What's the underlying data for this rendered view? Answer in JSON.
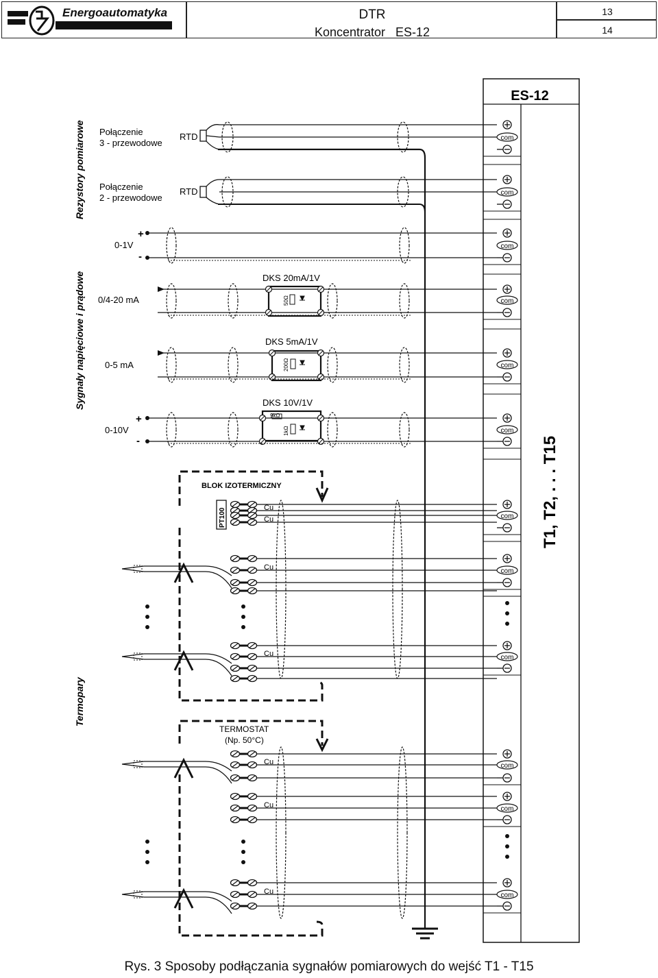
{
  "header": {
    "company": "Energoautomatyka",
    "doc_type": "DTR",
    "doc_title": "Koncentrator   ES-12",
    "page_current": "13",
    "page_total": "14"
  },
  "sections": {
    "rtd": "Rezystory pomiarowe",
    "signals": "Sygnały napięciowe i prądowe",
    "thermocouples": "Termopary"
  },
  "rtd": {
    "conn3_line1": "Połączenie",
    "conn3_line2": "3 - przewodowe",
    "conn2_line1": "Połączenie",
    "conn2_line2": "2 - przewodowe",
    "label": "RTD"
  },
  "signals": {
    "v1": "0-1V",
    "ma20": "0/4-20 mA",
    "ma5": "0-5 mA",
    "v10": "0-10V",
    "plus": "+",
    "minus": "-"
  },
  "dks": {
    "dks20": "DKS 20mA/1V",
    "dks5": "DKS 5mA/1V",
    "dks10": "DKS 10V/1V",
    "r50": "50Ω",
    "r200": "200Ω",
    "r9k": "9kΩ",
    "r1k": "1kΩ"
  },
  "thermo": {
    "iso_block": "BLOK IZOTERMICZNY",
    "pt100": "PT100",
    "cu": "Cu",
    "thermostat_line1": "TERMOSTAT",
    "thermostat_line2": "(Np. 50°C)"
  },
  "device": {
    "name": "ES-12",
    "com": "com",
    "inputs": "T1, T2, . . . T15"
  },
  "caption": "Rys. 3  Sposoby podłączania sygnałów pomiarowych do wejść T1 - T15"
}
